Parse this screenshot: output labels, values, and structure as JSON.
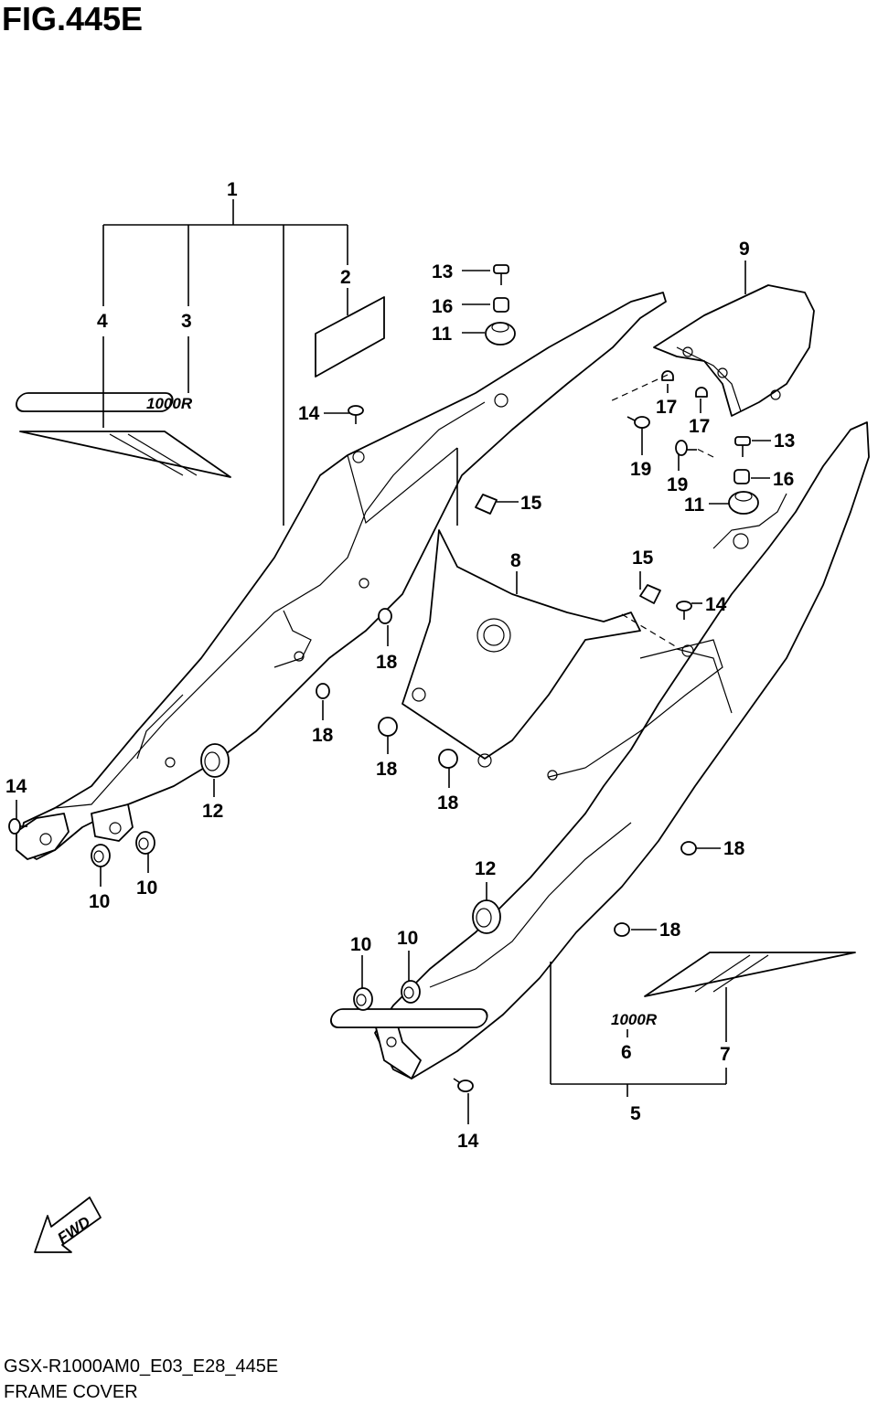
{
  "figure": {
    "title": "FIG.445E",
    "code": "GSX-R1000AM0_E03_E28_445E",
    "name": "FRAME COVER",
    "fwd_label": "FWD",
    "decal_text": "1000R"
  },
  "callouts": [
    {
      "id": "c1",
      "label": "1"
    },
    {
      "id": "c2",
      "label": "2"
    },
    {
      "id": "c3",
      "label": "3"
    },
    {
      "id": "c4",
      "label": "4"
    },
    {
      "id": "c5",
      "label": "5"
    },
    {
      "id": "c6",
      "label": "6"
    },
    {
      "id": "c7",
      "label": "7"
    },
    {
      "id": "c8",
      "label": "8"
    },
    {
      "id": "c9",
      "label": "9"
    },
    {
      "id": "c10a",
      "label": "10"
    },
    {
      "id": "c10b",
      "label": "10"
    },
    {
      "id": "c10c",
      "label": "10"
    },
    {
      "id": "c10d",
      "label": "10"
    },
    {
      "id": "c11a",
      "label": "11"
    },
    {
      "id": "c11b",
      "label": "11"
    },
    {
      "id": "c12a",
      "label": "12"
    },
    {
      "id": "c12b",
      "label": "12"
    },
    {
      "id": "c13a",
      "label": "13"
    },
    {
      "id": "c13b",
      "label": "13"
    },
    {
      "id": "c14a",
      "label": "14"
    },
    {
      "id": "c14b",
      "label": "14"
    },
    {
      "id": "c14c",
      "label": "14"
    },
    {
      "id": "c14d",
      "label": "14"
    },
    {
      "id": "c15a",
      "label": "15"
    },
    {
      "id": "c15b",
      "label": "15"
    },
    {
      "id": "c16a",
      "label": "16"
    },
    {
      "id": "c16b",
      "label": "16"
    },
    {
      "id": "c17a",
      "label": "17"
    },
    {
      "id": "c17b",
      "label": "17"
    },
    {
      "id": "c18a",
      "label": "18"
    },
    {
      "id": "c18b",
      "label": "18"
    },
    {
      "id": "c18c",
      "label": "18"
    },
    {
      "id": "c18d",
      "label": "18"
    },
    {
      "id": "c18e",
      "label": "18"
    },
    {
      "id": "c18f",
      "label": "18"
    },
    {
      "id": "c19a",
      "label": "19"
    },
    {
      "id": "c19b",
      "label": "19"
    }
  ]
}
